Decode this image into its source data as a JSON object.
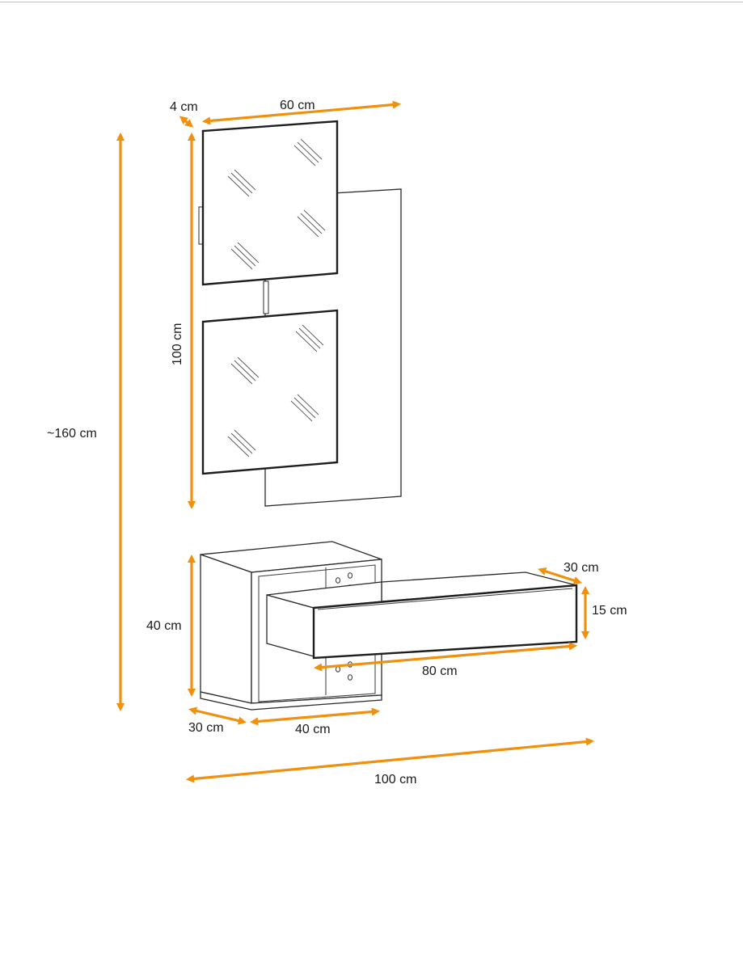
{
  "colors": {
    "dimension_line": "#f0900f",
    "outline": "#2a2a2a"
  },
  "dimensions": {
    "mirror_depth": "4 cm",
    "mirror_width": "60 cm",
    "mirror_height": "100 cm",
    "total_height": "~160 cm",
    "cabinet_height": "40 cm",
    "drawer_depth": "30 cm",
    "drawer_height": "15 cm",
    "drawer_width": "80 cm",
    "cabinet_depth": "30 cm",
    "cabinet_width": "40 cm",
    "total_width": "100 cm"
  }
}
